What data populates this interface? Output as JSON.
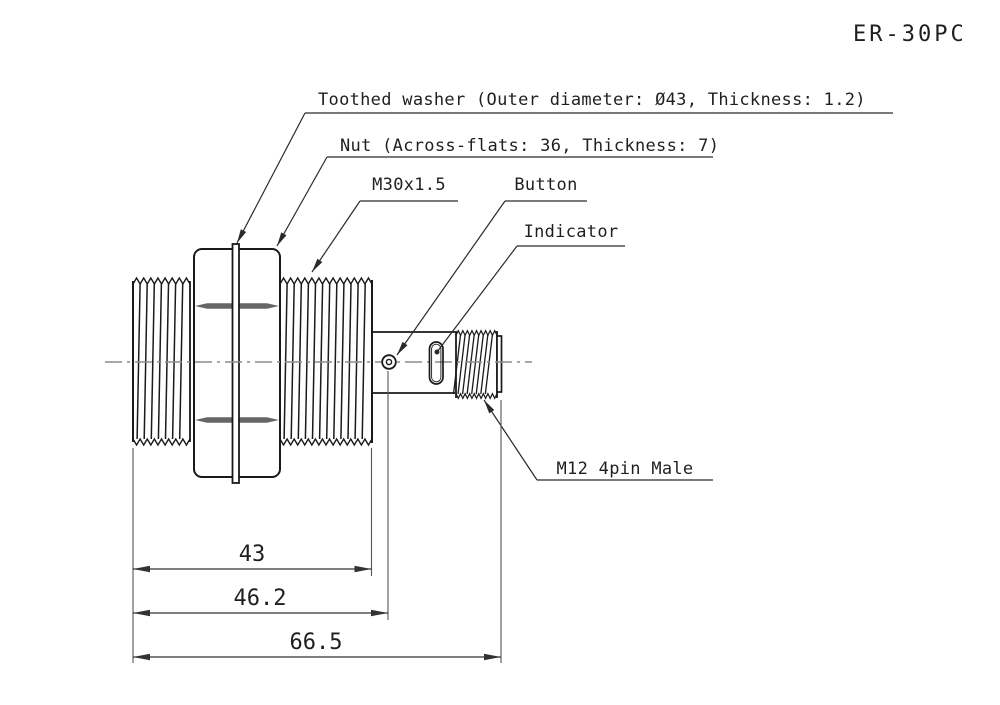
{
  "title": "ER-30PC",
  "callouts": {
    "toothed_washer": "Toothed washer (Outer diameter: Ø43, Thickness: 1.2)",
    "nut": "Nut (Across-flats: 36, Thickness: 7)",
    "thread_spec": "M30x1.5",
    "button": "Button",
    "indicator": "Indicator",
    "connector": "M12 4pin Male"
  },
  "dimensions": {
    "thread_length": "43",
    "to_button": "46.2",
    "overall_length": "66.5"
  },
  "colors": {
    "outline": "#1a1a1a",
    "facet": "#666666",
    "leader": "#2a2a2a",
    "dimension": "#333333",
    "extension": "#555555",
    "centerline": "#8c8c8c",
    "background": "#ffffff"
  }
}
